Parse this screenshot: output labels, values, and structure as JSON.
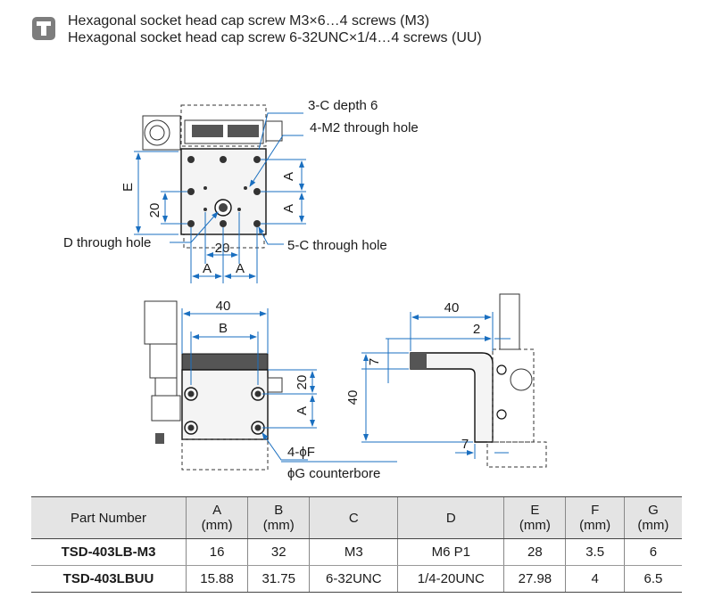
{
  "notes": {
    "line1": "Hexagonal socket head cap screw M3×6…4 screws (M3)",
    "line2": "Hexagonal socket head cap screw 6-32UNC×1/4…4 screws (UU)"
  },
  "drawing": {
    "top_view": {
      "label_3c": "3-C depth 6",
      "label_4m2": "4-M2 through hole",
      "label_d": "D through hole",
      "label_5c": "5-C through hole",
      "dim_e": "E",
      "dim_20_left": "20",
      "dim_a_right_top": "A",
      "dim_a_right_bottom": "A",
      "dim_20_bottom": "20",
      "dim_a_bottom_left": "A",
      "dim_a_bottom_right": "A"
    },
    "front_view": {
      "dim_40": "40",
      "dim_b": "B",
      "dim_20_right": "20",
      "dim_a_right": "A",
      "label_4f": "4-ϕF",
      "label_g": "ϕG counterbore"
    },
    "side_view": {
      "dim_40_top": "40",
      "dim_2": "2",
      "dim_7_left": "7",
      "dim_40_left": "40",
      "dim_7_bottom": "7"
    }
  },
  "table": {
    "headers": [
      {
        "l1": "Part Number",
        "l2": ""
      },
      {
        "l1": "A",
        "l2": "(mm)"
      },
      {
        "l1": "B",
        "l2": "(mm)"
      },
      {
        "l1": "C",
        "l2": ""
      },
      {
        "l1": "D",
        "l2": ""
      },
      {
        "l1": "E",
        "l2": "(mm)"
      },
      {
        "l1": "F",
        "l2": "(mm)"
      },
      {
        "l1": "G",
        "l2": "(mm)"
      }
    ],
    "rows": [
      [
        "TSD-403LB-M3",
        "16",
        "32",
        "M3",
        "M6 P1",
        "28",
        "3.5",
        "6"
      ],
      [
        "TSD-403LBUU",
        "15.88",
        "31.75",
        "6-32UNC",
        "1/4-20UNC",
        "27.98",
        "4",
        "6.5"
      ]
    ]
  }
}
